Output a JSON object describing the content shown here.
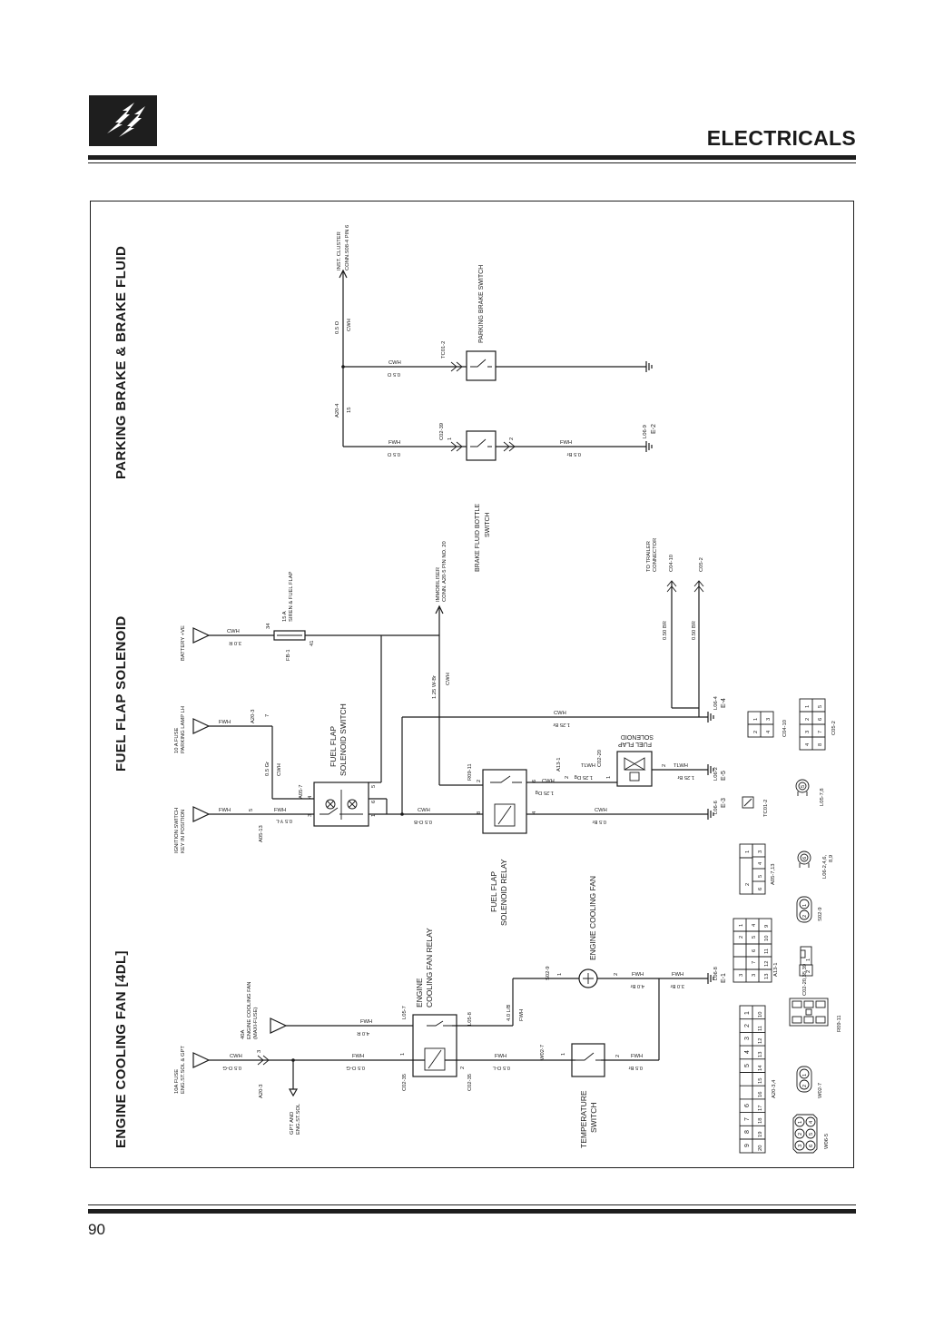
{
  "header": {
    "title": "ELECTRICALS",
    "logo": "lightning-bolt-logo"
  },
  "footer": {
    "page_number": "90"
  },
  "sections": {
    "engine_cooling_fan": "ENGINE COOLING FAN [4DL]",
    "fuel_flap_solenoid": "FUEL FLAP SOLENOID",
    "parking_brake": "PARKING BRAKE & BRAKE FLUID"
  },
  "labels": {
    "fuse_10a_eng": "10A FUSE",
    "fuse_10a_eng_2": "ENG.ST.SOL & GPT",
    "fuse_40a": "40A",
    "fuse_40a_2": "ENGINE COOLING FAN",
    "fuse_40a_3": "(MAXI-FUSE)",
    "gpt": "GPT AND",
    "gpt_2": "ENG.ST.SOL",
    "ecf_relay": "ENGINE",
    "ecf_relay_2": "COOLING FAN RELAY",
    "ecf_motor": "ENGINE COOLING FAN",
    "temp_switch": "TEMPERATURE",
    "temp_switch_2": "SWITCH",
    "ign_switch": "IGNITION SWITCH",
    "ign_switch_2": "KEY IN POSITION",
    "fuse_10a_park": "10 A FUSE",
    "fuse_10a_park_2": "PARKING LAMP LH",
    "battery": "BATTERY +VE",
    "fuse_15a": "15 A",
    "fuse_15a_2": "SIREN & FUEL FLAP",
    "ff_switch": "FUEL FLAP",
    "ff_switch_2": "SOLENOID SWITCH",
    "ff_relay": "FUEL FLAP",
    "ff_relay_2": "SOLENOID RELAY",
    "immobiliser": "IMMOBILISER",
    "immobiliser_2": "CONN. A20-5 PIN NO. 20",
    "fuel_flap": "FUEL   FLAP",
    "fuel_flap_2": "SOLENOID",
    "trailer": "TO TRAILER",
    "trailer_2": "CONNECTOR",
    "brake_fluid": "BRAKE FLUID BOTTLE",
    "brake_fluid_2": "SWITCH",
    "parking_switch": "PARKING BRAKE SWITCH",
    "inst_cluster": "INST. CLUSTER",
    "inst_cluster_2": "CONN.S08-4 PIN 6"
  },
  "wires": {
    "w1": "0.5 O-G",
    "w1c": "CWH",
    "w2": "0.5 O-G",
    "w2c": "FWH",
    "w3": "4.0 R",
    "w3c": "FWH",
    "w4": "4.0 L/B",
    "w4c": "FWH",
    "w5": "0.5 O-L",
    "w5c": "FWH",
    "w6": "0.5 Br",
    "w6c": "FWH",
    "w7": "4.0 Br",
    "w7c": "FWH",
    "w8": "3.0 Br",
    "w8c": "FWH",
    "w9": "0.5 Y-L",
    "w9c": "FWH",
    "w10": "0.5 Gr",
    "w10c": "CWH",
    "w11": "3.0 R",
    "w11c": "CWH",
    "w12": "0.5 O-B",
    "w12c": "CWH",
    "w13": "1.25 W-Br",
    "w13c": "CWH",
    "w14": "1.25 Dg",
    "w14c": "CWH",
    "w15": "1.25 Br",
    "w15c": "TLWH",
    "w16": "1.25 Br",
    "w16c": "CWH",
    "w17": "0.5 Br",
    "w17c": "CWH",
    "w18": "0.50 BR",
    "w19": "0.50 BR",
    "w20": "0.5 O",
    "w20c": "FWH",
    "w21": "0.5 Br",
    "w21c": "FWH",
    "w22": "0.5 O",
    "w22c": "CWH",
    "w23": "0.5 O",
    "w23c": "CWH",
    "w24": "1.25 Dg",
    "w24c": "TLWH"
  },
  "connectors": {
    "a20_3": "A20-3",
    "c02_35": "C02-35",
    "c02_35b": "C02-35",
    "l05_7": "L05-7",
    "l05_8": "L05-8",
    "s02_9": "S02-9",
    "w02_7": "W02-7",
    "l06_8": "L06-8",
    "e1": "E-1",
    "a05_13": "A05-13",
    "a20_3b": "A20-3",
    "a05_7": "A05-7",
    "fb_1": "FB-1",
    "r09_11": "R09-11",
    "a13_1": "A13-1",
    "c02_20": "C02-20",
    "l06_6": "L06-6",
    "e3": "E-3",
    "l06_2": "L06-2",
    "e5": "E-5",
    "l06_4": "L06-4",
    "e4": "E-4",
    "c04_10": "C04-10",
    "c05_2": "C05-2",
    "c02_39": "C02-39",
    "a20_4": "A20-4",
    "l06_9": "L06-9",
    "e2": "E-2",
    "tc01_2": "TC01-2"
  },
  "pins": {
    "p3": "3",
    "p1": "1",
    "p1b": "1",
    "p2": "2",
    "p1c": "1",
    "p2c": "2",
    "p1d": "1",
    "p2d": "2",
    "p5": "5",
    "p7": "7",
    "p34": "34",
    "p41": "41",
    "p4": "4",
    "p5b": "5",
    "p3b": "3",
    "p6": "6",
    "p1e": "1",
    "p2e": "2",
    "p8": "8",
    "p4b": "4",
    "p6b": "6",
    "p2f": "2",
    "p1f": "1",
    "p2g": "2",
    "p1g": "1",
    "p2h": "2",
    "p15": "15",
    "p20": "20"
  },
  "legend": {
    "a20_34": "A20-3,4",
    "w06_5": "W06-5",
    "w02_7": "W02-7",
    "r09_11": "R09-11",
    "c02": "C02-20,35,39",
    "a13_1": "A13-1",
    "s02_9": "S02-9",
    "l06": "L06-2,4,6,",
    "l06_2": "8,9",
    "tc01_2": "TC01-2",
    "a05": "A05-7,13",
    "l05": "L05-7,8",
    "c04_10": "C04-10",
    "c05_2": "C05-2",
    "big_top": [
      "9",
      "8",
      "7",
      "6",
      "",
      "5",
      "4",
      "3",
      "2",
      "1"
    ],
    "big_bot": [
      "20",
      "19",
      "18",
      "17",
      "16",
      "15",
      "14",
      "13",
      "12",
      "11",
      "10"
    ],
    "a13_top": [
      "3",
      "",
      "7",
      "6",
      "5",
      "4"
    ],
    "a13_mid": [
      "",
      "",
      "",
      "",
      "2",
      "1"
    ],
    "a13_bot": [
      "13",
      "12",
      "11",
      "10",
      "9"
    ],
    "w06_nums": [
      "3",
      "2",
      "1",
      "6",
      "5",
      "4"
    ],
    "c04_nums": [
      "2",
      "1",
      "4",
      "3"
    ],
    "c05_top": [
      "4",
      "3",
      "2",
      "1"
    ],
    "c05_bot": [
      "8",
      "7",
      "6",
      "5"
    ],
    "a05_top": [
      "3",
      "",
      "1"
    ],
    "a05_bot": [
      "6",
      "5",
      "4",
      "3"
    ],
    "a05_2": "2",
    "s02_nums": [
      "2",
      "1"
    ],
    "w02_nums": [
      "2",
      "1"
    ],
    "c02_nums": [
      "1",
      "2"
    ],
    "l06_icon": "6",
    "l05_icon": "5"
  }
}
